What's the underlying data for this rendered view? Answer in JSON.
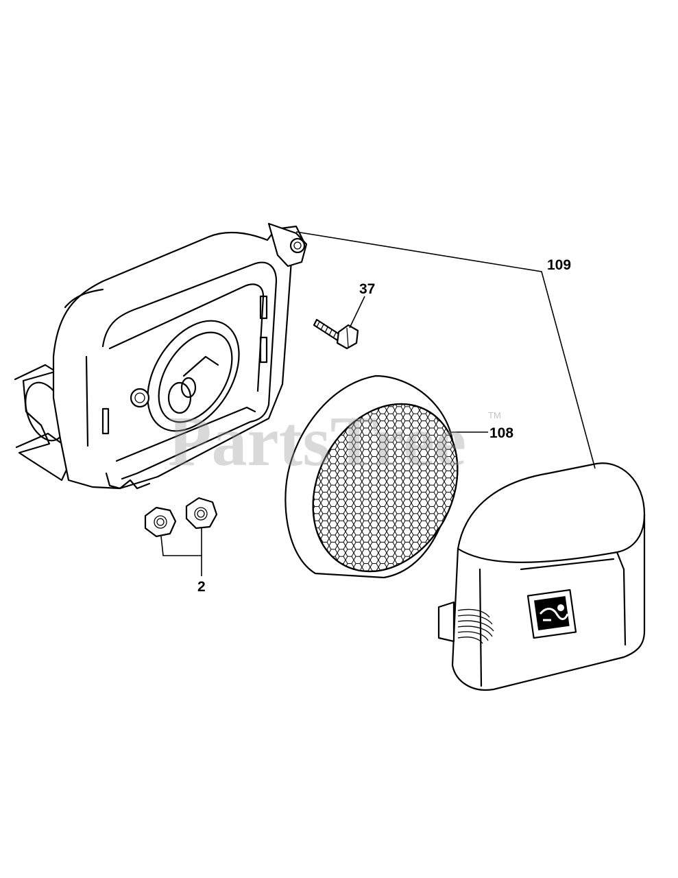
{
  "watermark": {
    "text": "PartsTree",
    "trademark": "TM"
  },
  "callouts": {
    "air_filter_base": "109",
    "screw": "37",
    "foam_element": "108",
    "nuts": "2"
  },
  "line_color": "#000000",
  "watermark_color": "#9a9a9a",
  "icons": {
    "cover_label": "air-filter-symbol-icon"
  }
}
